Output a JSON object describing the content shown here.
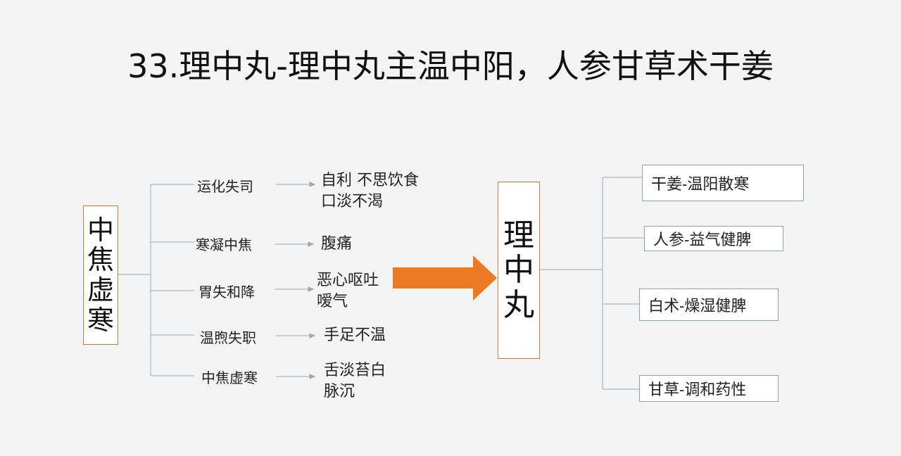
{
  "title": "33.理中丸-理中丸主温中阳，人参甘草术干姜",
  "left_root": {
    "chars": [
      "中",
      "焦",
      "虚",
      "寒"
    ]
  },
  "center_root": {
    "chars": [
      "理",
      "中",
      "丸"
    ]
  },
  "branches": [
    {
      "cause": "运化失司",
      "symptom_lines": [
        "自利 不思饮食",
        "口淡不渴"
      ]
    },
    {
      "cause": "寒凝中焦",
      "symptom_lines": [
        "腹痛"
      ]
    },
    {
      "cause": "胃失和降",
      "symptom_lines": [
        "恶心呕吐",
        "嗳气"
      ]
    },
    {
      "cause": "温煦失职",
      "symptom_lines": [
        "手足不温"
      ]
    },
    {
      "cause": "中焦虚寒",
      "symptom_lines": [
        "舌淡苔白",
        "脉沉"
      ]
    }
  ],
  "herbs": [
    {
      "label": "干姜-温阳散寒"
    },
    {
      "label": "人参-益气健脾"
    },
    {
      "label": "白术-燥湿健脾"
    },
    {
      "label": "甘草-调和药性"
    }
  ],
  "colors": {
    "arrow": "#ec7a25",
    "box_border_orange": "#d07a3a",
    "box_border_blue": "#8aa0b8",
    "line": "#9aa9b5"
  }
}
